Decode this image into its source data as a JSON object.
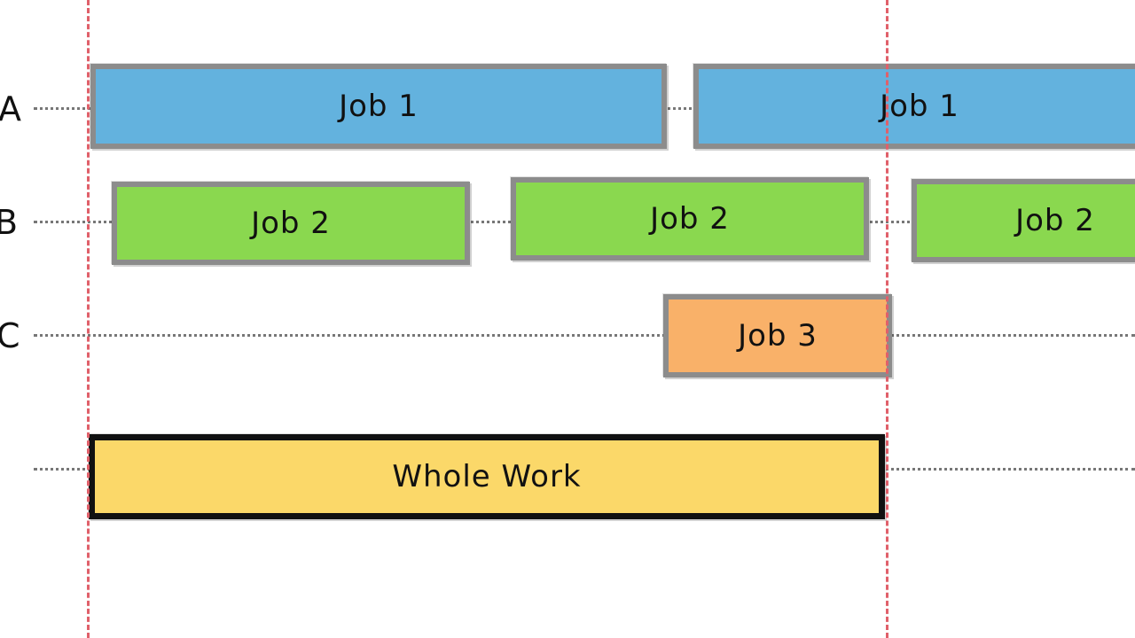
{
  "rows": [
    {
      "label": "A"
    },
    {
      "label": "B"
    },
    {
      "label": "C"
    },
    {
      "label": ""
    }
  ],
  "jobs": {
    "a1": "Job 1",
    "a2": "Job 1",
    "b1": "Job 2",
    "b2": "Job 2",
    "b3": "Job 2",
    "c1": "Job 3",
    "whole": "Whole Work"
  },
  "colors": {
    "job1": "#63b2de",
    "job2": "#8ad84f",
    "job3": "#f9b169",
    "whole": "#fbd869",
    "boundary": "#e0606a",
    "border": "#8c8c8c"
  }
}
